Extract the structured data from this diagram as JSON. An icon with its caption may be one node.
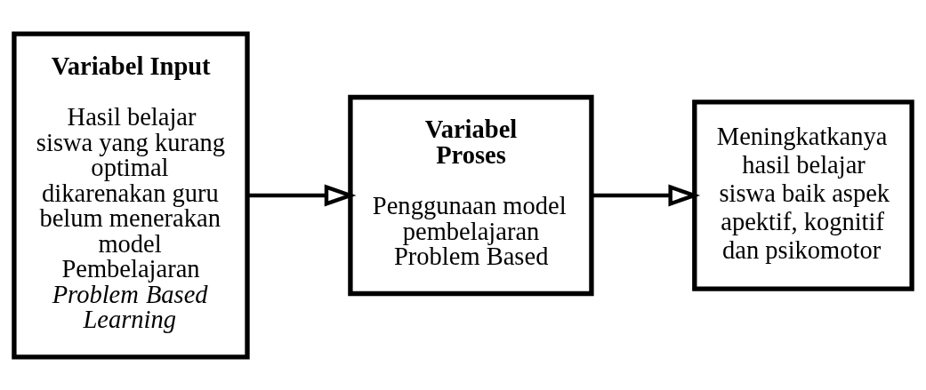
{
  "diagram": {
    "nodes": [
      {
        "text": [
          "Variabel Input",
          "Hasil belajar siswa yang kurang optimal dikarenakan guru belum menerakan model Pembelajaran *Problem Based Learning*"
        ]
      },
      {
        "text": [
          "Variabel Proses",
          "Penggunaan model pembelajaran Problem Based"
        ]
      },
      {
        "text": [
          "Meningkatkanya hasil belajar siswa baik aspek apektif, kognitif dan psikomotor"
        ]
      }
    ],
    "edges": [
      {
        "from": 0,
        "to": 1,
        "arrow": "to"
      },
      {
        "from": 1,
        "to": 2,
        "arrow": "to"
      }
    ]
  }
}
